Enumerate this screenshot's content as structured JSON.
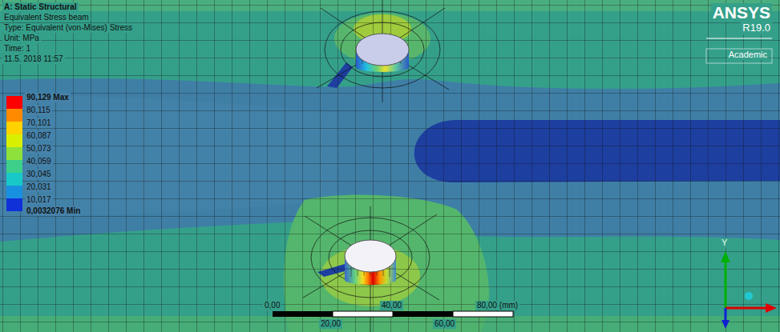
{
  "diagram": {
    "title": "A: Static Structural",
    "labels": [
      "Equivalent Stress beam",
      "Type: Equivalent (von-Mises) Stress",
      "Unit: MPa",
      "Time: 1",
      "11.5. 2018 11:57",
      "0,0032076 Min",
      "ANSYS",
      "R19.0",
      "Academic",
      "0,00",
      "40,00",
      "80,00 (mm)",
      "20,00",
      "60,00",
      "Y"
    ],
    "legend": [
      {
        "text": "90,129 Max",
        "color": "#ff0000"
      },
      {
        "text": "80,115",
        "color": "#ff8a00"
      },
      {
        "text": "70,101",
        "color": "#ffd200"
      },
      {
        "text": "60,087",
        "color": "#d8f000"
      },
      {
        "text": "50,073",
        "color": "#8ee03a"
      },
      {
        "text": "40,059",
        "color": "#3cd08a"
      },
      {
        "text": "30,045",
        "color": "#18c8c8"
      },
      {
        "text": "20,031",
        "color": "#1890e0"
      },
      {
        "text": "10,017",
        "color": "#1030d8"
      }
    ]
  }
}
